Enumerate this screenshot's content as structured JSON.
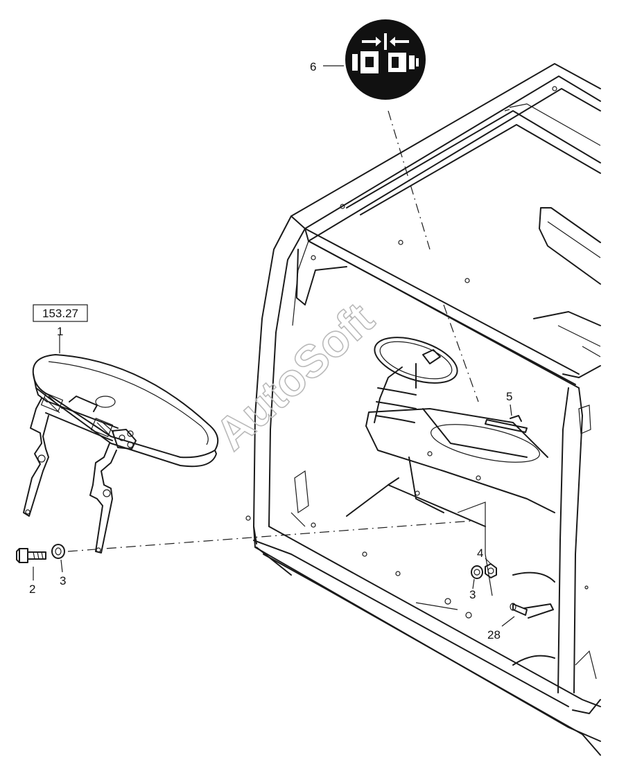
{
  "reference": {
    "label": "153.27"
  },
  "callouts": {
    "c1": "1",
    "c2": "2",
    "c3a": "3",
    "c3b": "3",
    "c4": "4",
    "c5": "5",
    "c6": "6",
    "c28": "28"
  },
  "watermark": {
    "text": "AutoSoft"
  },
  "icons": {
    "seatbelt_symbol": "seatbelt-buckle-icon",
    "symbol_color": "#111111",
    "symbol_fg": "#ffffff"
  }
}
